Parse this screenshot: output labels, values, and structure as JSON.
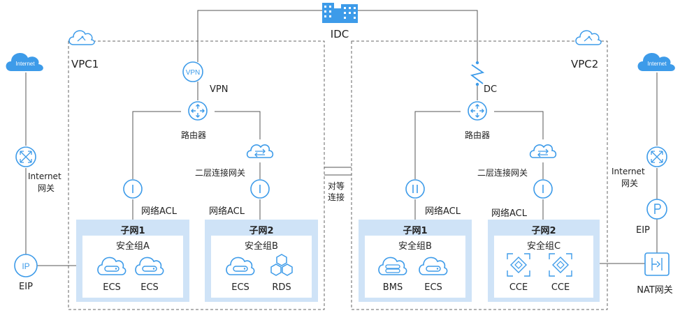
{
  "idc": "IDC",
  "vpc1": {
    "title": "VPC1",
    "vpn": "VPN",
    "vpn_icon_text": "VPN",
    "router": "路由器",
    "l2gw": "二层连接网关",
    "acl1": "网络ACL",
    "acl2": "网络ACL",
    "subnet1": {
      "title": "子网1",
      "sg": "安全组A",
      "items": [
        "ECS",
        "ECS"
      ]
    },
    "subnet2": {
      "title": "子网2",
      "sg": "安全组B",
      "items": [
        "ECS",
        "RDS"
      ]
    }
  },
  "vpc2": {
    "title": "VPC2",
    "dc": "DC",
    "router": "路由器",
    "l2gw": "二层连接网关",
    "acl1": "网络ACL",
    "acl2": "网络ACL",
    "subnet1": {
      "title": "子网1",
      "sg": "安全组B",
      "items": [
        "BMS",
        "ECS"
      ]
    },
    "subnet2": {
      "title": "子网2",
      "sg": "安全组C",
      "items": [
        "CCE",
        "CCE"
      ]
    }
  },
  "peering": [
    "对等",
    "连接"
  ],
  "left": {
    "internet": "Internet",
    "gateway": [
      "Internet",
      "网关"
    ],
    "eip": "EIP",
    "eip_icon_text": "IP"
  },
  "right": {
    "internet": "Internet",
    "gateway": [
      "Internet",
      "网关"
    ],
    "eip": "EIP",
    "nat": "NAT网关"
  },
  "colors": {
    "icon": "#3d9be9",
    "box_outer": "#cfe3f7",
    "line": "#555555"
  }
}
